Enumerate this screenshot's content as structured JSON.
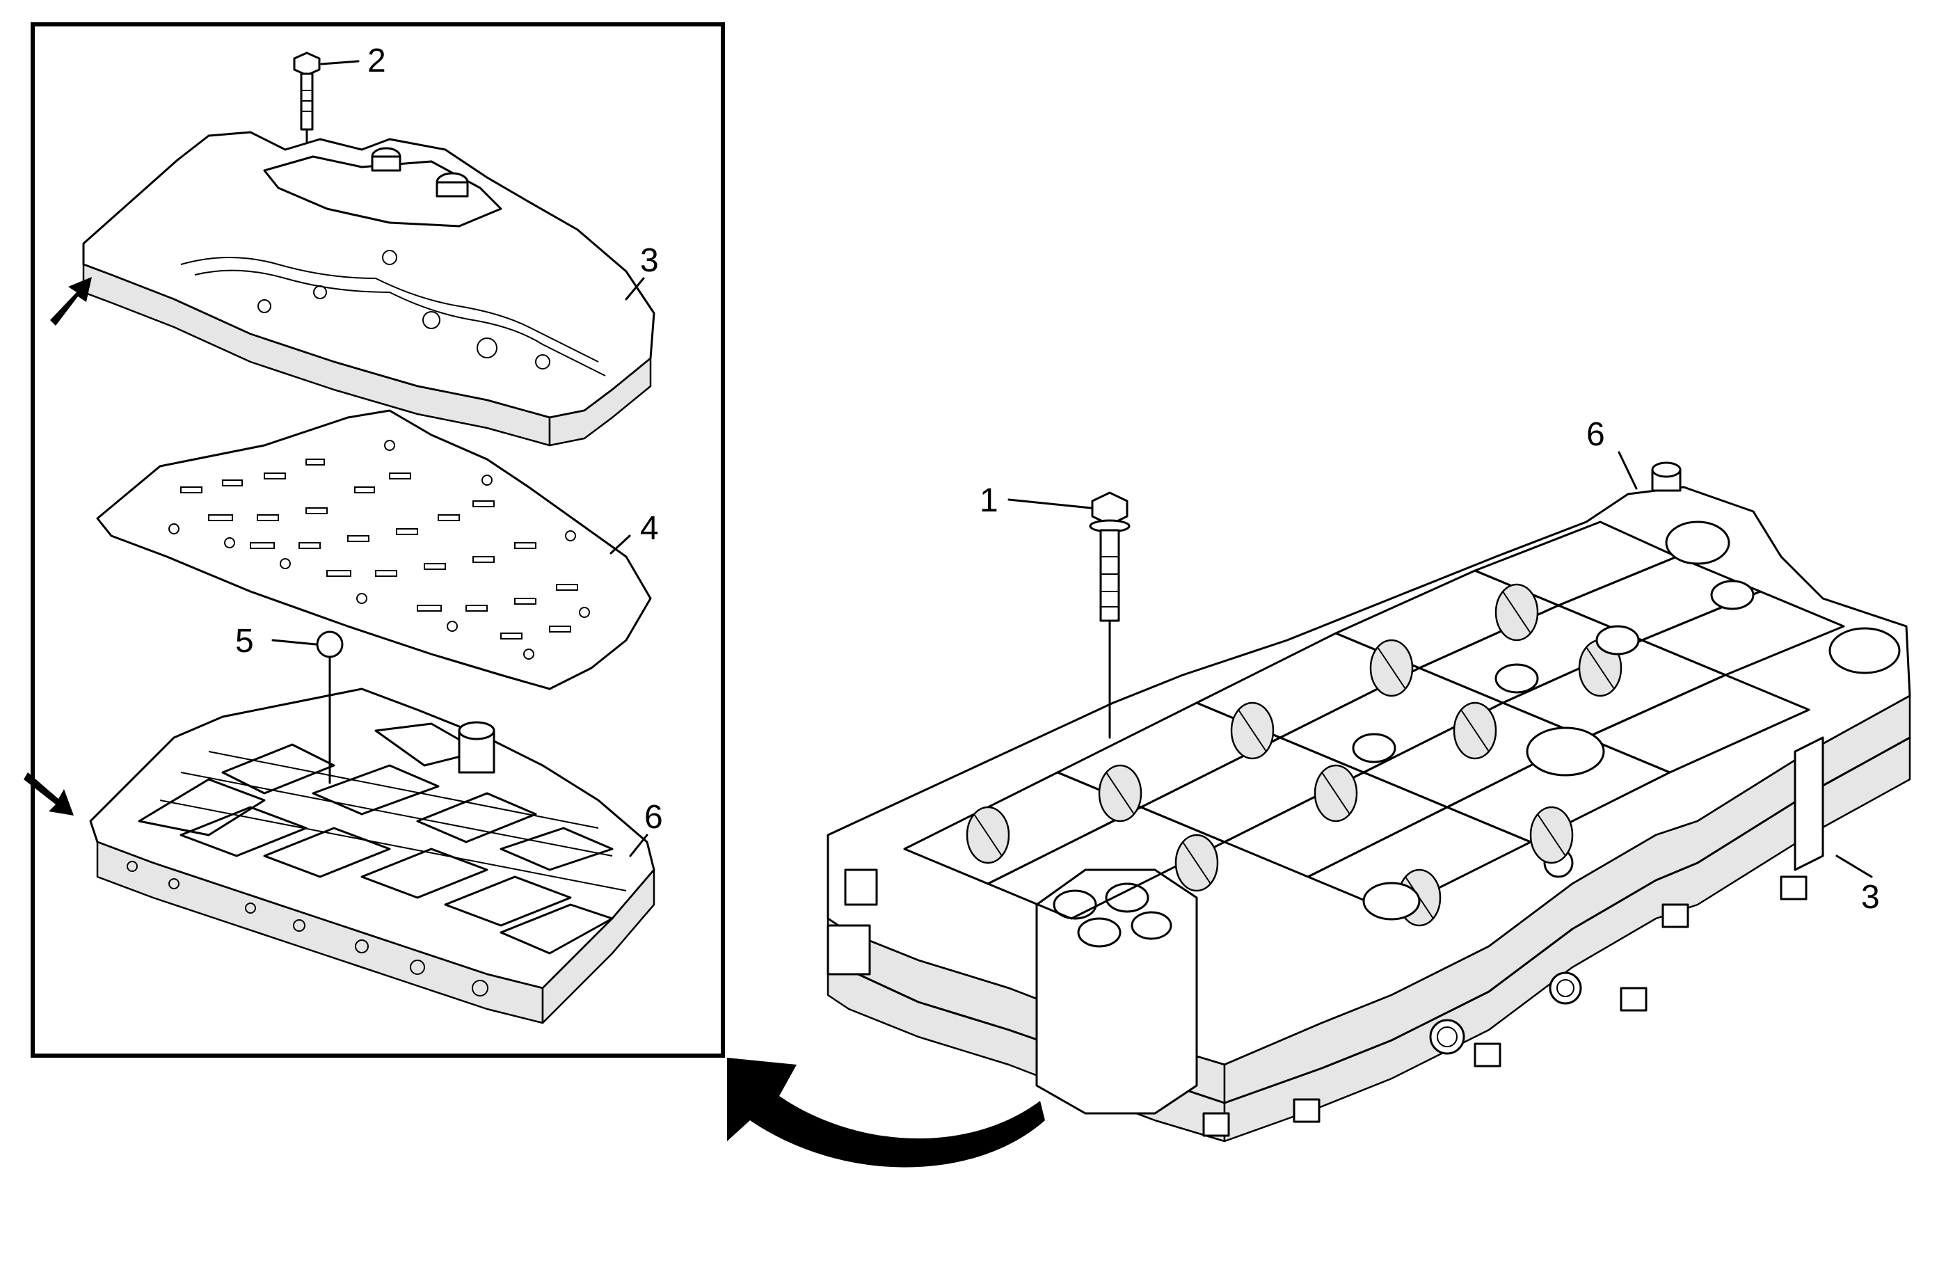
{
  "callouts": {
    "c1": "1",
    "c2": "2",
    "c3_inset": "3",
    "c3_main": "3",
    "c4": "4",
    "c5": "5",
    "c6_inset": "6",
    "c6_main": "6"
  },
  "colors": {
    "line": "#000000",
    "background": "#ffffff",
    "shading": "#e6e6e6"
  }
}
